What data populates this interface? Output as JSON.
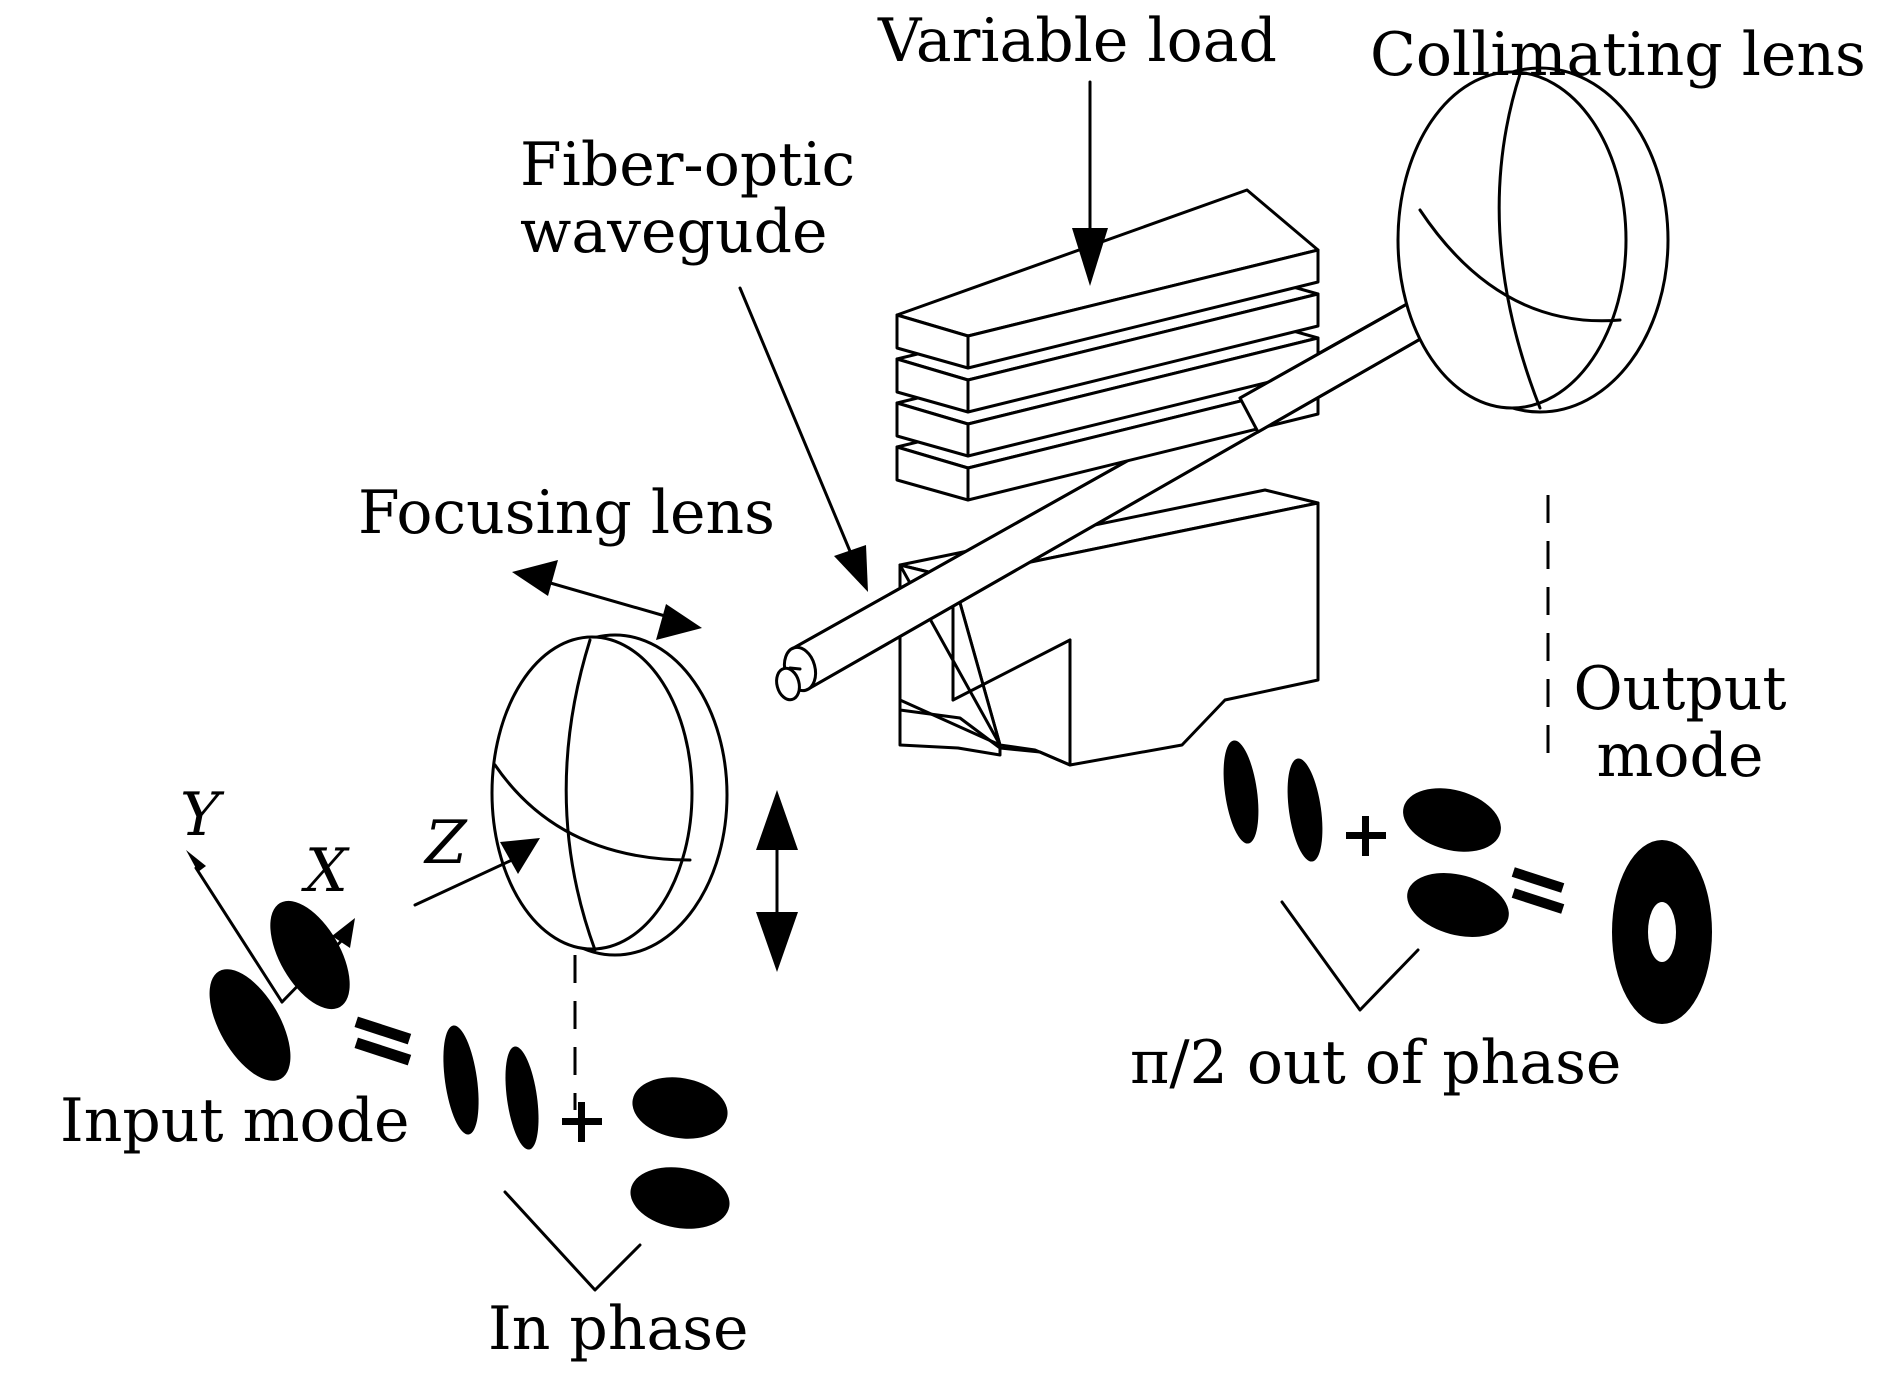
{
  "labels": {
    "variable_load": "Variable load",
    "collimating_lens": "Collimating lens",
    "fiber_optic_waveguide_line1": "Fiber-optic",
    "fiber_optic_waveguide_line2": "wavegude",
    "focusing_lens": "Focusing lens",
    "output_mode_line1": "Output",
    "output_mode_line2": "mode",
    "axis_y": "Y",
    "axis_x": "X",
    "axis_z": "Z",
    "input_mode": "Input mode",
    "in_phase": "In phase",
    "out_of_phase": "π/2 out of phase"
  },
  "colors": {
    "ink": "#000000",
    "background": "#ffffff"
  }
}
